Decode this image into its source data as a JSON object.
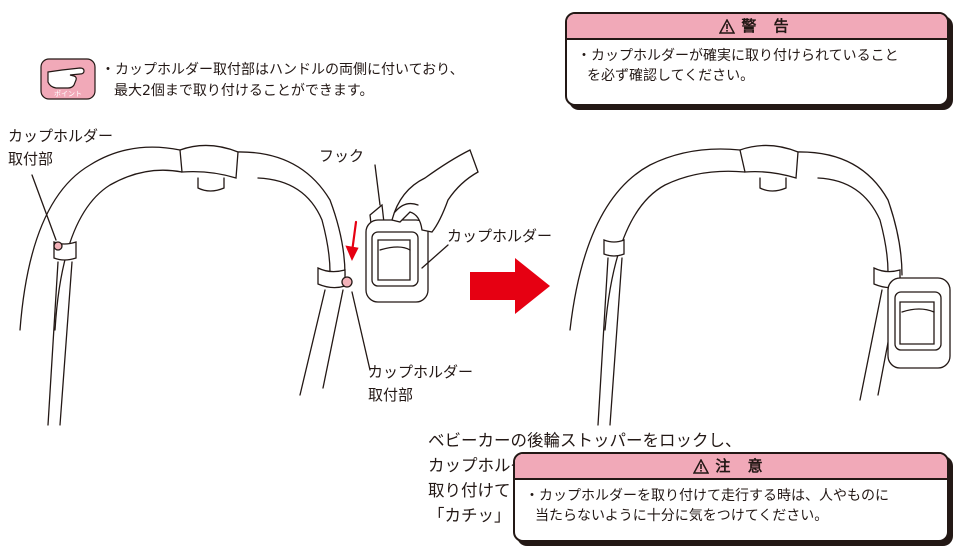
{
  "point": {
    "icon_label": "ポイント",
    "icon": "pointing-hand-icon",
    "line1": "・カップホルダー取付部はハンドルの両側に付いており、",
    "line2": "最大2個まで取り付けることができます。"
  },
  "warning": {
    "title": "警 告",
    "icon": "warning-triangle-icon",
    "line1": "・カップホルダーが確実に取り付けられていること",
    "line2": "を必ず確認してください。",
    "header_color": "#f1a9b8"
  },
  "caution": {
    "title": "注 意",
    "icon": "warning-triangle-icon",
    "line1": "・カップホルダーを取り付けて走行する時は、人やものに",
    "line2": "当たらないように十分に気をつけてください。",
    "header_color": "#f1a9b8"
  },
  "labels": {
    "left_mount": [
      "カップホルダー",
      "取付部"
    ],
    "hook": "フック",
    "cup_holder": "カップホルダー",
    "bottom_mount": [
      "カップホルダー",
      "取付部"
    ]
  },
  "instructions": [
    "ベビーカーの後輪ストッパーをロックし、",
    "カップホルダー取付部にカップホルダーのフックを",
    "取り付けてください。",
    "「カチッ」という音がすれば固定完了です。"
  ],
  "colors": {
    "arrow": "#e60012",
    "mount": "#f3b2b9",
    "line": "#231815"
  }
}
